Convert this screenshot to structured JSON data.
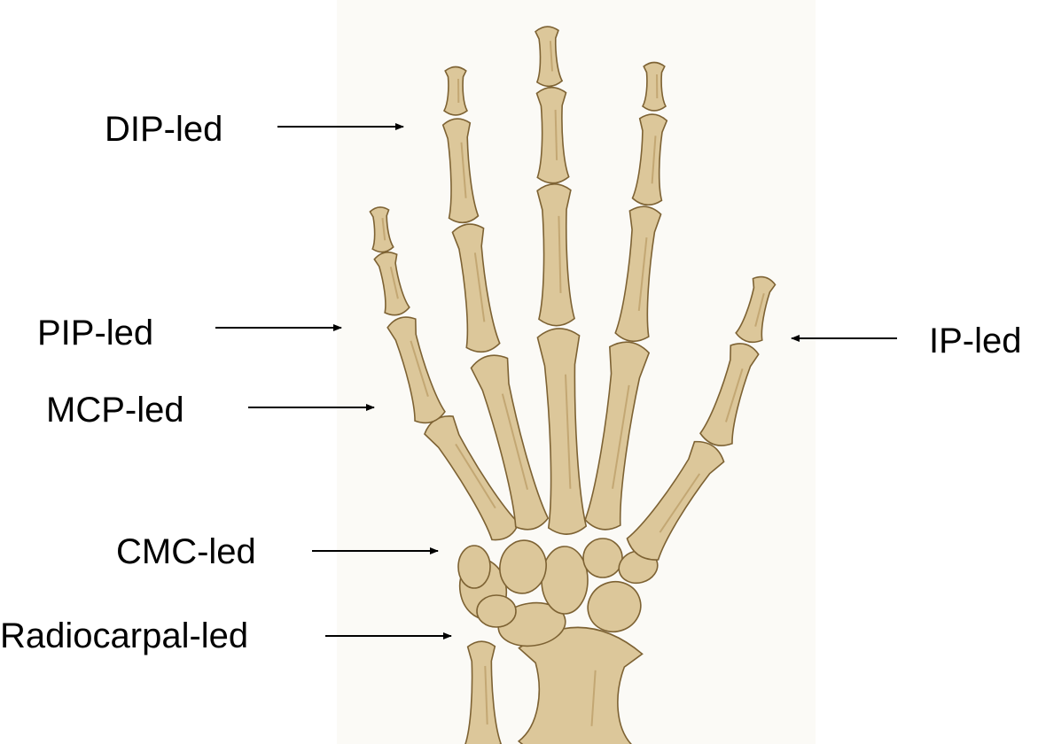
{
  "colors": {
    "bone": "#dcc79a",
    "bone_shadow": "#b89a62",
    "bone_outline": "#7d6233",
    "text": "#000000",
    "arrow": "#000000",
    "background": "#ffffff"
  },
  "labels": {
    "dip": "DIP-led",
    "pip": "PIP-led",
    "mcp": "MCP-led",
    "cmc": "CMC-led",
    "radiocarpal": "Radiocarpal-led",
    "ip": "IP-led"
  }
}
